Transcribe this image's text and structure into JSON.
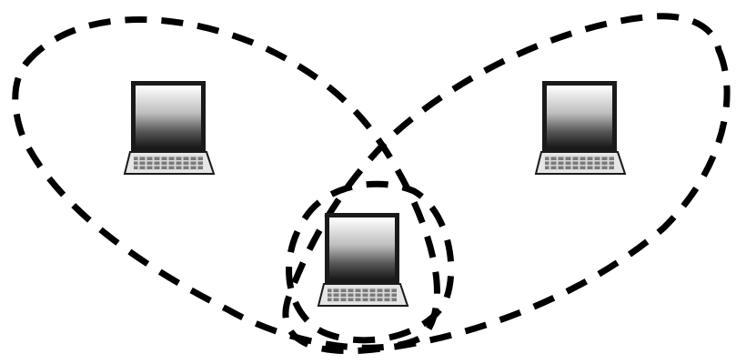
{
  "diagram": {
    "nodes": [
      {
        "id": "laptop-left",
        "icon": "laptop-icon"
      },
      {
        "id": "laptop-right",
        "icon": "laptop-icon"
      },
      {
        "id": "laptop-bottom",
        "icon": "laptop-icon"
      }
    ],
    "regions": [
      {
        "id": "left-range",
        "style": "dashed",
        "color": "#000000"
      },
      {
        "id": "right-range",
        "style": "dashed",
        "color": "#000000"
      },
      {
        "id": "bottom-range",
        "style": "dashed",
        "color": "#000000"
      }
    ]
  },
  "colors": {
    "background": "#ffffff",
    "outline": "#000000",
    "laptop_body": "#e6e6e6",
    "laptop_frame": "#1a1a1a"
  }
}
